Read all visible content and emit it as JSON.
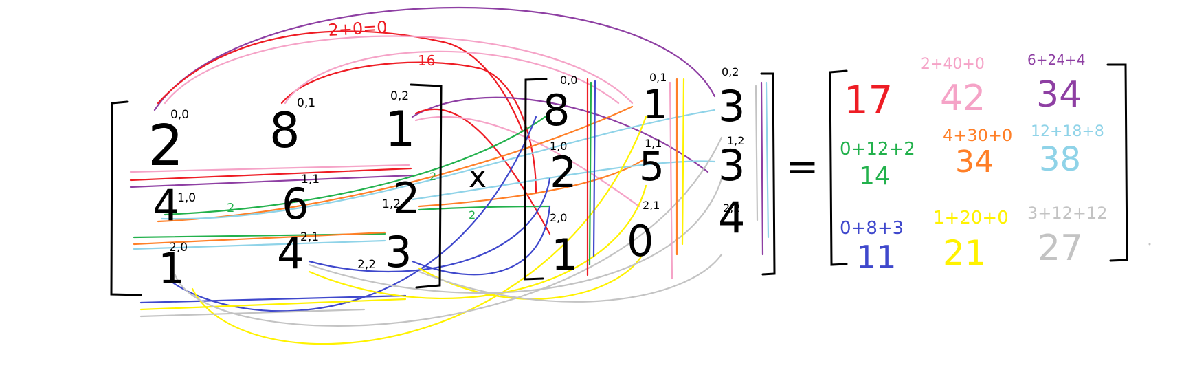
{
  "colors": {
    "ink": "#000000",
    "red": "#ee1c24",
    "pink": "#f5a3c7",
    "purple": "#8e3fa3",
    "green": "#22b14c",
    "orange": "#ff7f27",
    "lightblue": "#8fd3e8",
    "blue": "#3f48cc",
    "yellow": "#fff200",
    "gray": "#c3c3c3"
  },
  "operator_times": "x",
  "operator_equals": "=",
  "matrix_a": {
    "cells": [
      {
        "value": "2",
        "index": "0,0"
      },
      {
        "value": "8",
        "index": "0,1"
      },
      {
        "value": "1",
        "index": "0,2"
      },
      {
        "value": "4",
        "index": "1,0"
      },
      {
        "value": "6",
        "index": "1,1"
      },
      {
        "value": "2",
        "index": "1,2"
      },
      {
        "value": "1",
        "index": "2,0"
      },
      {
        "value": "4",
        "index": "2,1"
      },
      {
        "value": "3",
        "index": "2,2"
      }
    ]
  },
  "matrix_b": {
    "cells": [
      {
        "value": "8",
        "index": "0,0"
      },
      {
        "value": "1",
        "index": "0,1"
      },
      {
        "value": "3",
        "index": "0,2"
      },
      {
        "value": "2",
        "index": "1,0"
      },
      {
        "value": "5",
        "index": "1,1"
      },
      {
        "value": "3",
        "index": "1,2"
      },
      {
        "value": "1",
        "index": "2,0"
      },
      {
        "value": "0",
        "index": "2,1"
      },
      {
        "value": "4",
        "index": "2,2"
      }
    ]
  },
  "matrix_result": {
    "cells": [
      {
        "expr": "",
        "value": "17",
        "color": "red"
      },
      {
        "expr": "2+40+0",
        "value": "42",
        "color": "pink"
      },
      {
        "expr": "6+24+4",
        "value": "34",
        "color": "purple"
      },
      {
        "expr": "0+12+2",
        "value": "14",
        "color": "green"
      },
      {
        "expr": "4+30+0",
        "value": "34",
        "color": "orange"
      },
      {
        "expr": "12+18+8",
        "value": "38",
        "color": "lightblue"
      },
      {
        "expr": "0+8+3",
        "value": "11",
        "color": "blue"
      },
      {
        "expr": "1+20+0",
        "value": "21",
        "color": "yellow"
      },
      {
        "expr": "3+12+12",
        "value": "27",
        "color": "gray"
      }
    ]
  },
  "arrow_labels": [
    {
      "text": "2+0=0",
      "color": "red"
    },
    {
      "text": "16",
      "color": "red"
    },
    {
      "text": "2",
      "color": "green"
    },
    {
      "text": "2",
      "color": "green"
    },
    {
      "text": "2",
      "color": "green"
    }
  ]
}
